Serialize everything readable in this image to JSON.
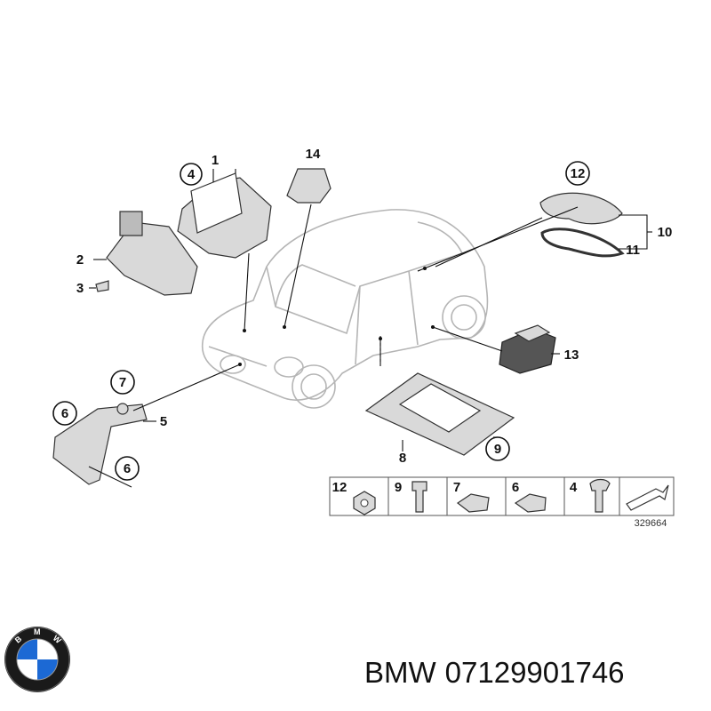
{
  "diagram": {
    "callouts": {
      "c1": "1",
      "c2": "2",
      "c3": "3",
      "c4": "4",
      "c5": "5",
      "c6a": "6",
      "c6b": "6",
      "c7": "7",
      "c8": "8",
      "c9": "9",
      "c10": "10",
      "c11": "11",
      "c12": "12",
      "c13": "13",
      "c14": "14"
    },
    "legend": {
      "items": [
        "12",
        "9",
        "7",
        "6",
        "4"
      ],
      "ref_code": "329664"
    }
  },
  "caption": {
    "brand": "BMW",
    "part_number": "07129901746"
  },
  "logo": {
    "letters": "BMW",
    "colors": {
      "blue": "#1c69d4",
      "white": "#ffffff",
      "ring": "#111111"
    }
  }
}
